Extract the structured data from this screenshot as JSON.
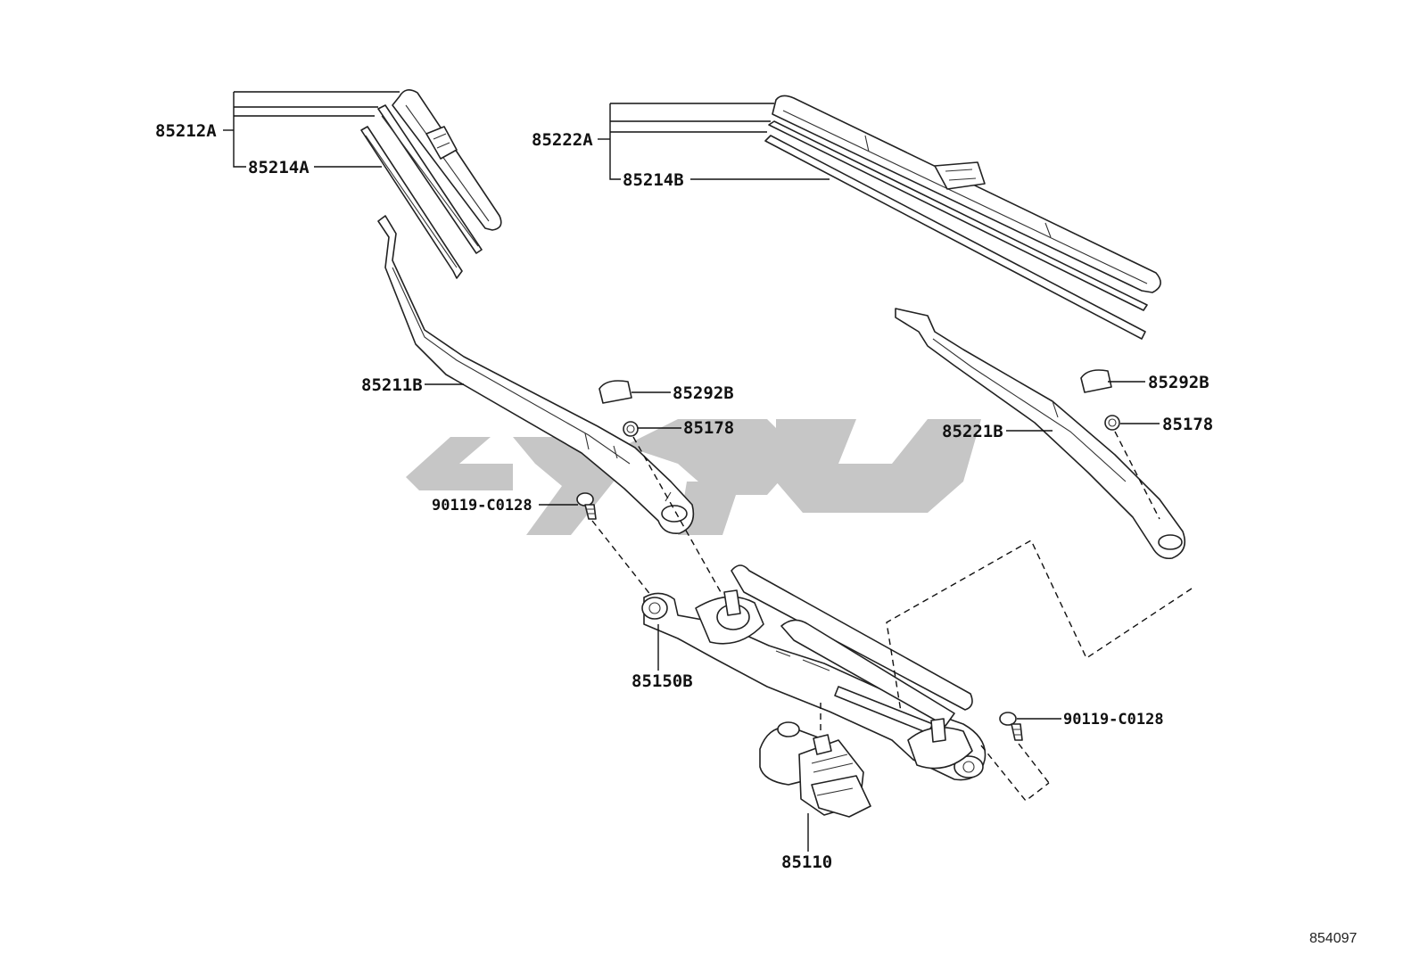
{
  "labels": {
    "p85212A": "85212A",
    "p85214A": "85214A",
    "p85222A": "85222A",
    "p85214B": "85214B",
    "p85211B": "85211B",
    "p85292B_left": "85292B",
    "p85178_left": "85178",
    "p90119_left": "90119-C0128",
    "p85221B": "85221B",
    "p85292B_right": "85292B",
    "p85178_right": "85178",
    "p90119_right": "90119-C0128",
    "p85150B": "85150B",
    "p85110": "85110"
  },
  "reference_number": "854097",
  "colors": {
    "line": "#111111",
    "watermark": "#c6c6c6",
    "background": "#ffffff"
  }
}
